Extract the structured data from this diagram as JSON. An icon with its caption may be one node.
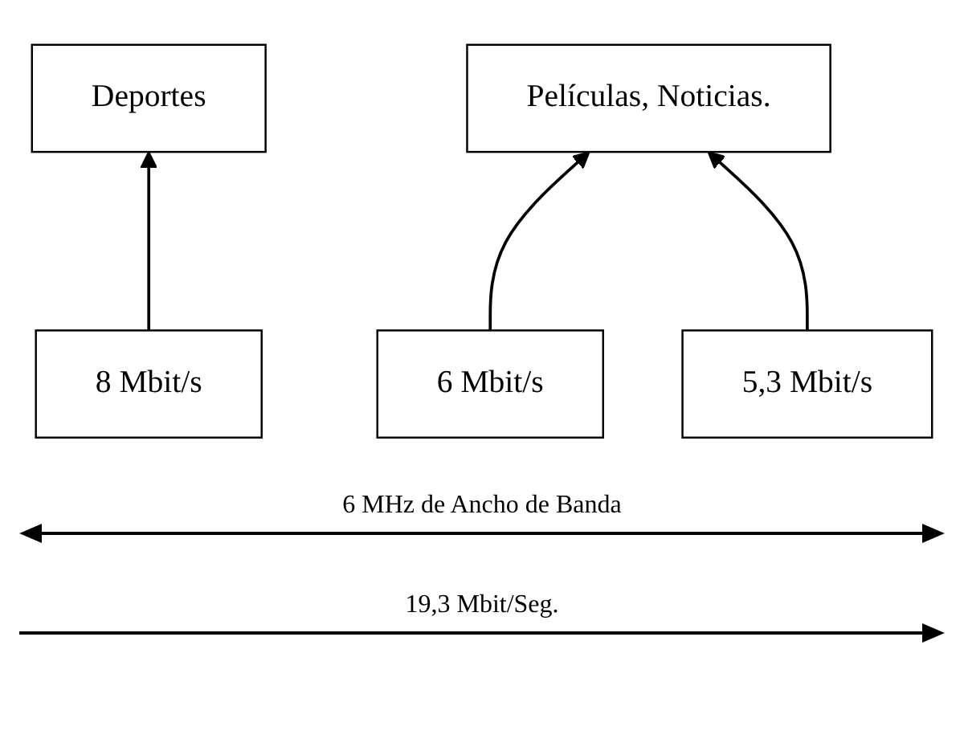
{
  "diagram": {
    "nodes": [
      {
        "text": [
          "Deportes"
        ]
      },
      {
        "text": [
          "Películas, Noticias."
        ]
      },
      {
        "text": [
          "8 Mbit/s"
        ]
      },
      {
        "text": [
          "6 Mbit/s"
        ]
      },
      {
        "text": [
          "5,3 Mbit/s"
        ]
      }
    ],
    "edges": [
      {
        "from": 2,
        "to": 0,
        "arrow": "to"
      },
      {
        "from": 3,
        "to": 1,
        "arrow": "to"
      },
      {
        "from": 4,
        "to": 1,
        "arrow": "to"
      }
    ],
    "labels": [
      "6 MHz de Ancho de Banda",
      "19,3 Mbit/Seg."
    ]
  }
}
